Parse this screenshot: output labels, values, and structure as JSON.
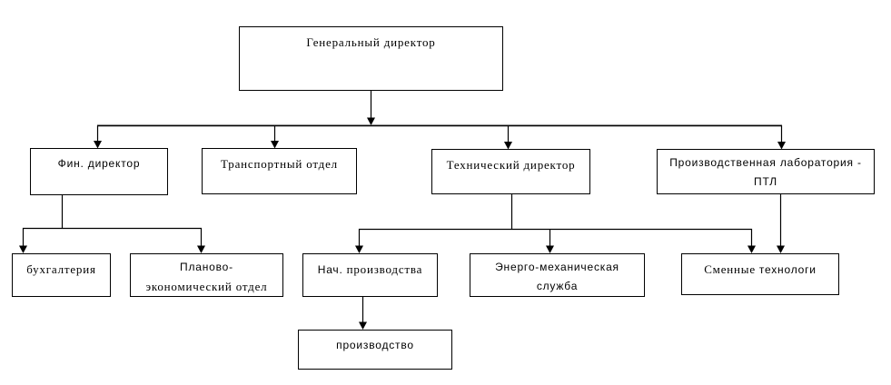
{
  "diagram": {
    "type": "org-chart",
    "nodes": {
      "general_director": {
        "label": "Генеральный директор"
      },
      "fin_director": {
        "label": "Фин. директор"
      },
      "transport_department": {
        "label": "Транспортный отдел"
      },
      "technical_director": {
        "label": "Технический директор"
      },
      "production_laboratory_ptl": {
        "line1": "Производственная лаборатория -",
        "line2": "ПТЛ"
      },
      "accounting": {
        "label": "бухгалтерия"
      },
      "planning_economic_department": {
        "line1": "Планово-",
        "line2": "экономический отдел"
      },
      "production_chief": {
        "label_part1": "Нач.",
        "label_part2": "производства"
      },
      "energy_mechanical_service": {
        "line1": "Энерго-механическая",
        "line2": "служба"
      },
      "shift_technologists": {
        "label_part1": "Сменные",
        "label_part2": "технологи"
      },
      "production": {
        "label": "производство"
      }
    },
    "hierarchy": [
      {
        "from": "general_director",
        "to": "fin_director"
      },
      {
        "from": "general_director",
        "to": "transport_department"
      },
      {
        "from": "general_director",
        "to": "technical_director"
      },
      {
        "from": "general_director",
        "to": "production_laboratory_ptl"
      },
      {
        "from": "fin_director",
        "to": "accounting"
      },
      {
        "from": "fin_director",
        "to": "planning_economic_department"
      },
      {
        "from": "technical_director",
        "to": "production_chief"
      },
      {
        "from": "technical_director",
        "to": "energy_mechanical_service"
      },
      {
        "from": "technical_director",
        "to": "shift_technologists"
      },
      {
        "from": "production_laboratory_ptl",
        "to": "shift_technologists"
      },
      {
        "from": "production_chief",
        "to": "production"
      }
    ],
    "colors": {
      "line": "#000000",
      "box_border": "#000000",
      "box_background": "#ffffff",
      "text": "#000000",
      "page_background": "#ffffff",
      "bus_highlight": "#8a8a8a"
    }
  }
}
